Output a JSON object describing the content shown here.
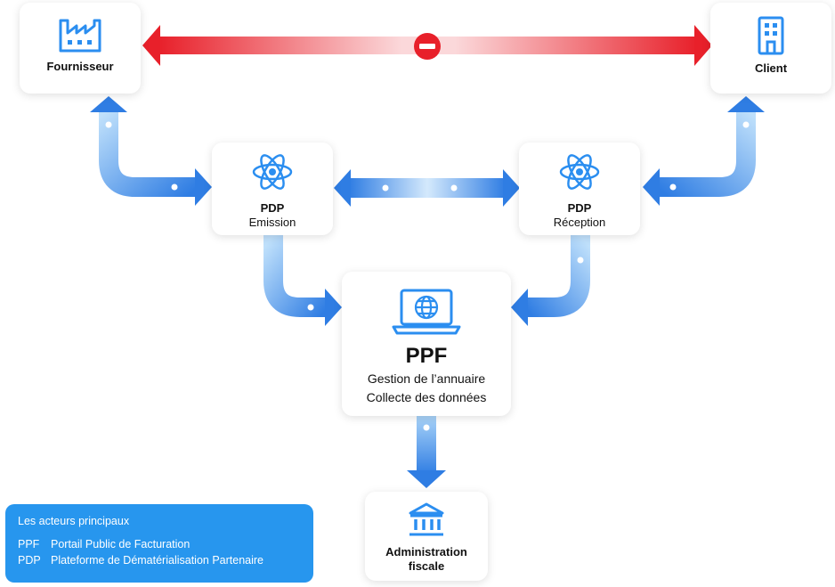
{
  "colors": {
    "blue_arrow": "#3a86e6",
    "blue_light": "#cfe6fb",
    "red_arrow": "#e8202a",
    "icon_blue": "#2b8ef0",
    "legend_bg": "#2796ee"
  },
  "nodes": {
    "fournisseur": {
      "label": "Fournisseur",
      "icon": "factory-icon"
    },
    "client": {
      "label": "Client",
      "icon": "building-icon"
    },
    "pdp_emission": {
      "title": "PDP",
      "subtitle": "Emission",
      "icon": "atom-icon"
    },
    "pdp_reception": {
      "title": "PDP",
      "subtitle": "Réception",
      "icon": "atom-icon"
    },
    "ppf": {
      "title": "PPF",
      "line1": "Gestion de l’annuaire",
      "line2": "Collecte des données",
      "icon": "laptop-globe-icon"
    },
    "administration": {
      "line1": "Administration",
      "line2": "fiscale",
      "icon": "bank-icon"
    }
  },
  "legend": {
    "title": "Les acteurs principaux",
    "items": [
      {
        "abbr": "PPF",
        "text": "Portail Public de Facturation"
      },
      {
        "abbr": "PDP",
        "text": "Plateforme de Dématérialisation Partenaire"
      }
    ]
  },
  "edges": [
    {
      "from": "Fournisseur",
      "to": "Client",
      "status": "blocked",
      "icon": "no-entry-icon"
    },
    {
      "from": "Fournisseur",
      "to": "PDP Emission",
      "direction": "both"
    },
    {
      "from": "PDP Emission",
      "to": "PDP Réception",
      "direction": "both"
    },
    {
      "from": "PDP Réception",
      "to": "Client",
      "direction": "both"
    },
    {
      "from": "PDP Emission",
      "to": "PPF",
      "direction": "forward"
    },
    {
      "from": "PDP Réception",
      "to": "PPF",
      "direction": "forward"
    },
    {
      "from": "PPF",
      "to": "Administration fiscale",
      "direction": "forward"
    }
  ]
}
